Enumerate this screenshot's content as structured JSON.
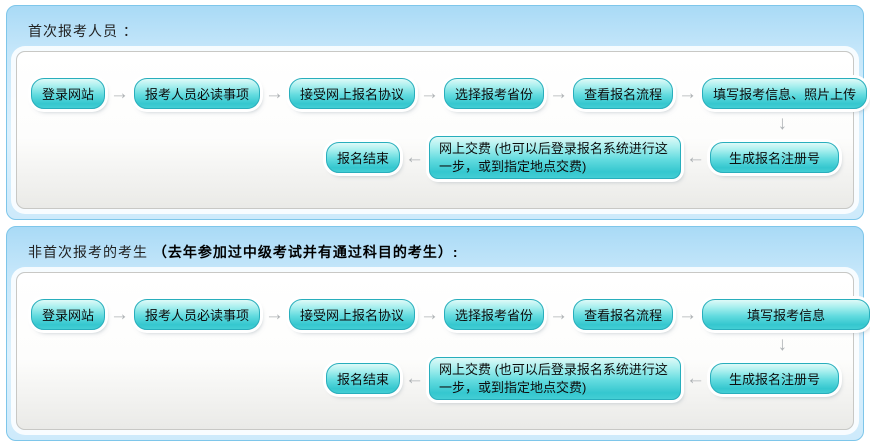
{
  "icons": {
    "arrow_right": "→",
    "arrow_left": "←",
    "arrow_down": "↓"
  },
  "colors": {
    "section_background": "#cdeafb",
    "section_border": "#7ec6ea",
    "panel_background": "#ffffff",
    "button_fill": "#43ced4",
    "button_border": "#28aebc",
    "arrow": "#aeb2b5",
    "text": "#0d0d0d"
  },
  "sections": [
    {
      "title": "首次报考人员 ：",
      "row1": [
        "登录网站",
        "报考人员必读事项",
        "接受网上报名协议",
        "选择报考省份",
        "查看报名流程",
        "填写报考信息、照片上传"
      ],
      "row2": [
        "报名结束",
        "网上交费 (也可以后登录报名系统进行这一步，或到指定地点交费)",
        "生成报名注册号"
      ]
    },
    {
      "title": "非首次报考的考生 ",
      "title_bold": "（去年参加过中级考试并有通过科目的考生）:",
      "row1": [
        "登录网站",
        "报考人员必读事项",
        "接受网上报名协议",
        "选择报考省份",
        "查看报名流程",
        "填写报考信息"
      ],
      "row2": [
        "报名结束",
        "网上交费 (也可以后登录报名系统进行这一步，或到指定地点交费)",
        "生成报名注册号"
      ]
    }
  ]
}
